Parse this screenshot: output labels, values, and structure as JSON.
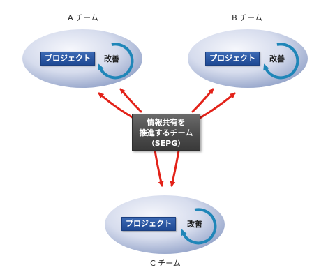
{
  "teams": [
    {
      "name": "A チーム",
      "project_label": "プロジェクト",
      "cycle_label": "改善"
    },
    {
      "name": "B チーム",
      "project_label": "プロジェクト",
      "cycle_label": "改善"
    },
    {
      "name": "C チーム",
      "project_label": "プロジェクト",
      "cycle_label": "改善"
    }
  ],
  "center": {
    "line1": "情報共有を",
    "line2": "推進するチーム",
    "line3": "（SEPG）"
  },
  "colors": {
    "arrow": "#e32219",
    "cycle": "#1f86b8",
    "project_box": "#2a55a0",
    "center_box": "#4c4c4c",
    "ellipse_light": "#f4f6fb",
    "ellipse_dark": "#8fa0c8"
  }
}
